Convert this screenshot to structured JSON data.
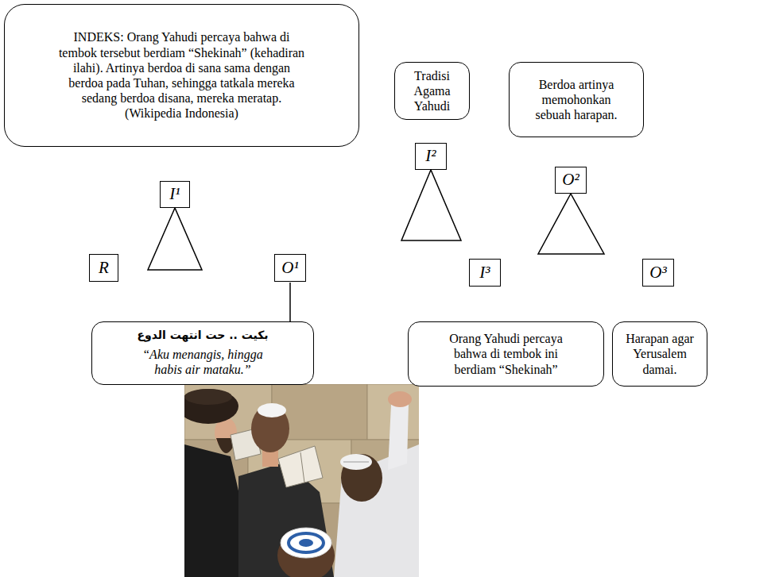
{
  "diagram": {
    "nodes": [
      {
        "text": [
          "INDEKS: Orang Yahudi percaya bahwa di tembok tersebut berdiam “Shekinah” (kehadiran ilahi). Artinya berdoa di sana sama dengan berdoa pada Tuhan, sehingga tatkala mereka sedang berdoa disana, mereka meratap. (Wikipedia Indonesia)"
        ]
      },
      {
        "text": [
          "Tradisi Agama Yahudi"
        ]
      },
      {
        "text": [
          "Berdoa artinya memohonkan sebuah harapan."
        ]
      },
      {
        "text": [
          "I¹"
        ]
      },
      {
        "text": [
          "I²"
        ]
      },
      {
        "text": [
          "O²"
        ]
      },
      {
        "text": [
          "R"
        ]
      },
      {
        "text": [
          "O¹"
        ]
      },
      {
        "text": [
          "I³"
        ]
      },
      {
        "text": [
          "O³"
        ]
      },
      {
        "text": [
          "بكيت .. حت انتهت الدوع",
          "“Aku menangis, hingga habis air mataku.”"
        ]
      },
      {
        "text": [
          "Orang Yahudi percaya bahwa di tembok ini berdiam “Shekinah”"
        ]
      },
      {
        "text": [
          "Harapan agar Yerusalem damai."
        ]
      }
    ]
  }
}
